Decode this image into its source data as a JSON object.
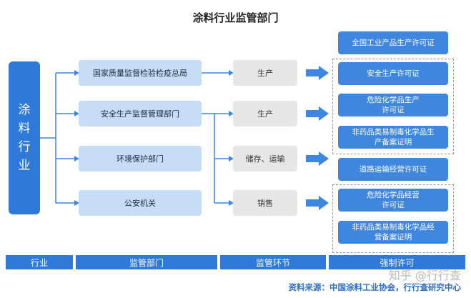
{
  "title": "涂料行业监管部门",
  "industry": "涂料行业",
  "departments": [
    "国家质量监督检验检疫总局",
    "安全生产监督管理部门",
    "环境保护部门",
    "公安机关"
  ],
  "stages": [
    "生产",
    "生产",
    "储存、运输",
    "销售"
  ],
  "permits": [
    "全国工业产品生产许可证",
    "安全生产许可证",
    "危险化学品生产\n许可证",
    "非药品类易制毒化学品生\n产备案证明",
    "道路运输经营许可证",
    "危险化学品经营\n许可证",
    "非药品类易制毒化学品经\n营备案证明"
  ],
  "footer": [
    "行业",
    "监管部门",
    "监管环节",
    "强制许可"
  ],
  "watermark": "知乎 @行行查",
  "source": "资料来源：中国涂料工业协会，行行查研究中心",
  "colors": {
    "primary": "#2f7ad8",
    "dept_fill": "#c7dcf5",
    "stage_fill": "#e7e7e7",
    "permit_fill": "#3e86de",
    "arrow": "#3e86de"
  }
}
